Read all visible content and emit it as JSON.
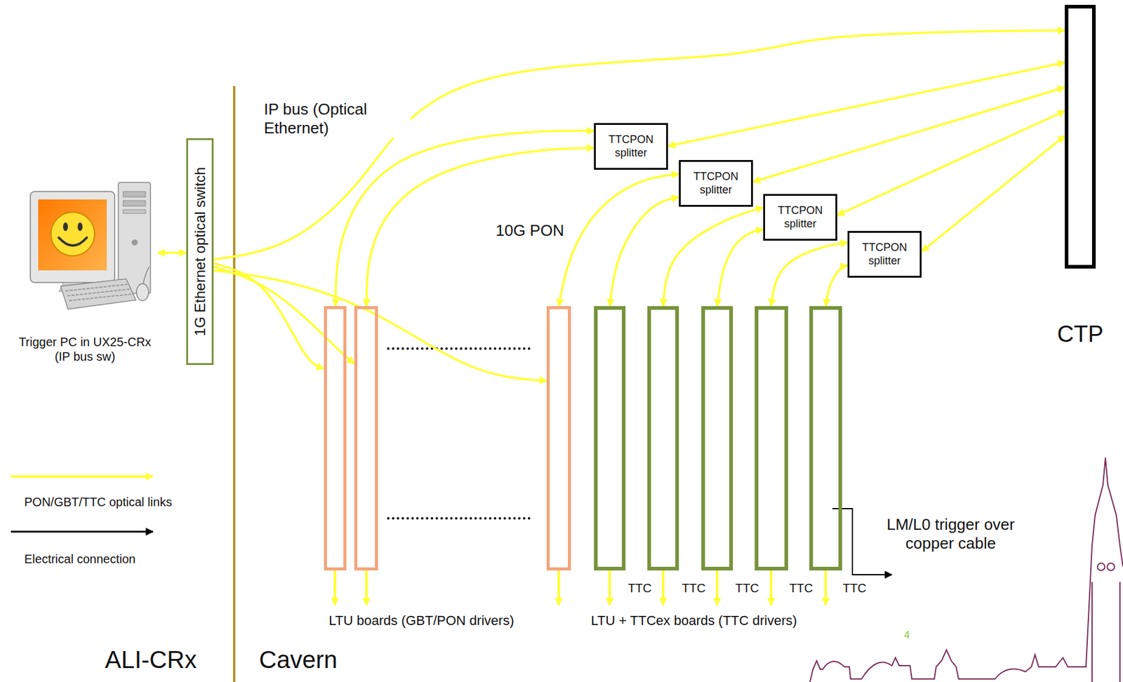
{
  "diagram": {
    "nodes": [
      {
        "text": [
          "Trigger PC in UX25-CRx (IP bus sw)"
        ]
      },
      {
        "text": [
          "1G Ethernet optical switch"
        ]
      },
      {
        "text": [
          "TTCPON splitter"
        ]
      },
      {
        "text": [
          "TTCPON splitter"
        ]
      },
      {
        "text": [
          "TTCPON splitter"
        ]
      },
      {
        "text": [
          "TTCPON splitter"
        ]
      },
      {
        "text": [
          "CTP"
        ]
      },
      {
        "text": []
      },
      {
        "text": []
      },
      {
        "text": []
      },
      {
        "text": []
      },
      {
        "text": []
      },
      {
        "text": []
      },
      {
        "text": []
      },
      {
        "text": []
      }
    ],
    "edges": [
      {
        "from": 0,
        "to": 1,
        "arrow": "both"
      },
      {
        "from": 1,
        "to": 6,
        "arrow": "to"
      },
      {
        "from": 1,
        "to": 7,
        "arrow": "to"
      },
      {
        "from": 1,
        "to": 8,
        "arrow": "to"
      },
      {
        "from": 1,
        "to": 9,
        "arrow": "to"
      },
      {
        "from": 7,
        "to": 2,
        "arrow": "both"
      },
      {
        "from": 8,
        "to": 2,
        "arrow": "both"
      },
      {
        "from": 9,
        "to": 3,
        "arrow": "both"
      },
      {
        "from": 10,
        "to": 3,
        "arrow": "both"
      },
      {
        "from": 11,
        "to": 4,
        "arrow": "both"
      },
      {
        "from": 12,
        "to": 4,
        "arrow": "both"
      },
      {
        "from": 13,
        "to": 5,
        "arrow": "both"
      },
      {
        "from": 14,
        "to": 5,
        "arrow": "both"
      },
      {
        "from": 2,
        "to": 6,
        "arrow": "both"
      },
      {
        "from": 3,
        "to": 6,
        "arrow": "both"
      },
      {
        "from": 4,
        "to": 6,
        "arrow": "both"
      },
      {
        "from": 5,
        "to": 6,
        "arrow": "both"
      }
    ],
    "labels": [
      "IP bus (Optical Ethernet)",
      "10G PON",
      "TTC",
      "TTC",
      "TTC",
      "TTC",
      "TTC",
      "LM/L0 trigger over copper cable",
      "LTU boards (GBT/PON drivers)",
      "LTU + TTCex boards (TTC drivers)",
      "4",
      "ALI-CRx",
      "Cavern"
    ],
    "legend": [
      {
        "text": "PON/GBT/TTC optical links"
      },
      {
        "text": "Electrical connection"
      }
    ]
  }
}
